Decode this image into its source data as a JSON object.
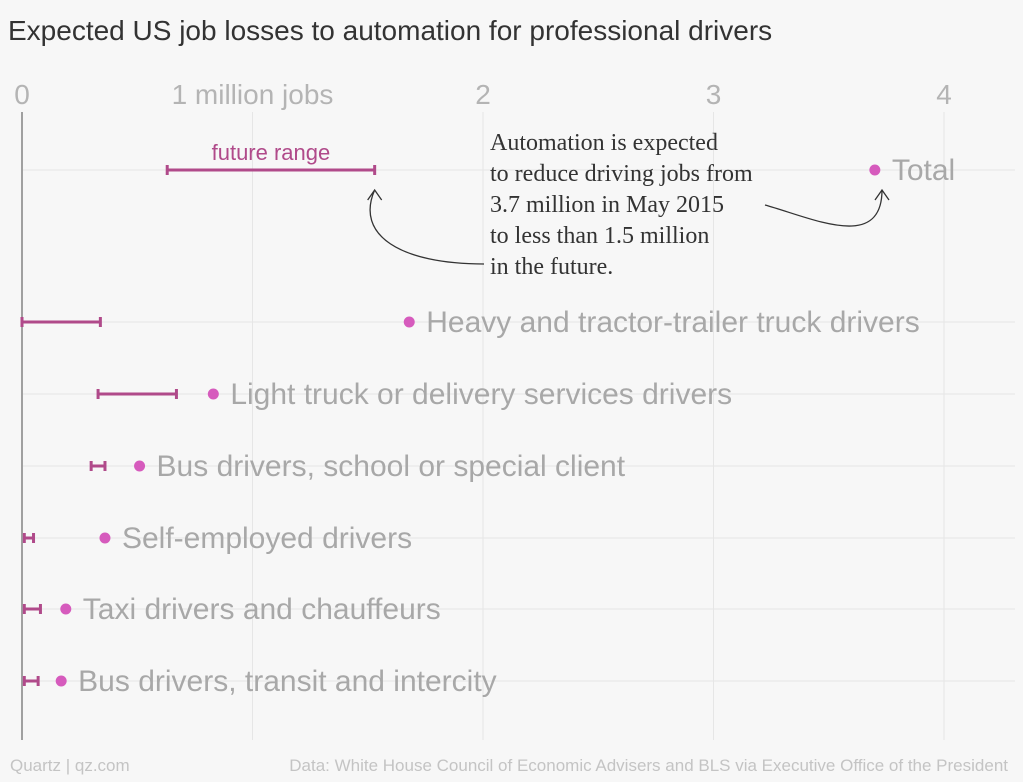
{
  "title": "Expected US job losses to automation for professional drivers",
  "chart_data": {
    "type": "scatter",
    "title": "Expected US job losses to automation for professional drivers",
    "xlim": [
      0,
      4.3
    ],
    "x_ticks": [
      {
        "value": 0,
        "label": "0"
      },
      {
        "value": 1,
        "label": "1 million jobs"
      },
      {
        "value": 2,
        "label": "2"
      },
      {
        "value": 3,
        "label": "3"
      },
      {
        "value": 4,
        "label": "4"
      }
    ],
    "grid": "vertical and horizontal",
    "categories": [
      "Total",
      "Heavy and tractor-trailer truck drivers",
      "Light truck or delivery services drivers",
      "Bus drivers, school or special client",
      "Self-employed drivers",
      "Taxi drivers and chauffeurs",
      "Bus drivers, transit and intercity"
    ],
    "current": [
      3.7,
      1.68,
      0.83,
      0.51,
      0.36,
      0.19,
      0.17
    ],
    "future_range": [
      [
        0.63,
        1.53
      ],
      [
        0.0,
        0.34
      ],
      [
        0.33,
        0.67
      ],
      [
        0.3,
        0.36
      ],
      [
        0.01,
        0.05
      ],
      [
        0.01,
        0.08
      ],
      [
        0.01,
        0.07
      ]
    ],
    "range_label": "future range",
    "annotation": [
      "Automation is expected",
      "to reduce driving jobs from",
      "3.7 million in May 2015",
      "to less than 1.5 million",
      "in the future."
    ],
    "colors": {
      "range": "#b04a8a",
      "point": "#d65bbd",
      "grid": "#e6e6e6",
      "axis": "#a0a0a0"
    }
  },
  "footer": {
    "brand": "Quartz | qz.com",
    "source": "Data: White House Council of Economic Advisers and BLS via Executive Office of the President"
  }
}
